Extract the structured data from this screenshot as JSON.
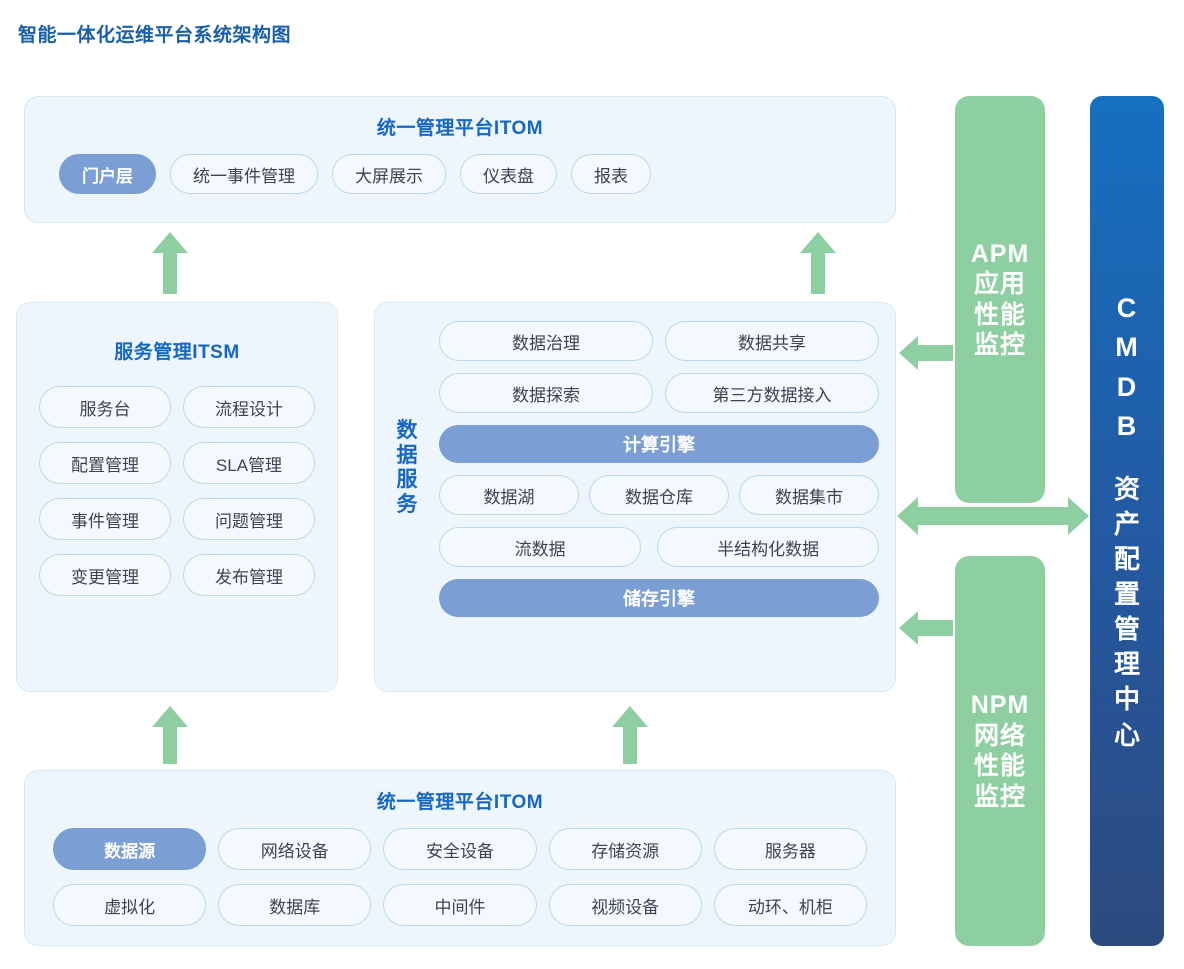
{
  "title": "智能一体化运维平台系统架构图",
  "colors": {
    "title": "#1a5fa8",
    "panel_bg": "#eef6fd",
    "panel_title": "#1667c4",
    "pill_bg": "#f3f9fe",
    "pill_border": "#bcd8ef",
    "accent_blue": "#7b9fd4",
    "green": "#8ecfa2",
    "cmdb_gradient_top": "#1570c0",
    "cmdb_gradient_bottom": "#2d4a7e"
  },
  "itom_top": {
    "title": "统一管理平台ITOM",
    "items": [
      {
        "label": "门户层",
        "highlighted": true
      },
      {
        "label": "统一事件管理",
        "highlighted": false
      },
      {
        "label": "大屏展示",
        "highlighted": false
      },
      {
        "label": "仪表盘",
        "highlighted": false
      },
      {
        "label": "报表",
        "highlighted": false
      }
    ]
  },
  "itsm": {
    "title": "服务管理ITSM",
    "items": [
      "服务台",
      "流程设计",
      "配置管理",
      "SLA管理",
      "事件管理",
      "问题管理",
      "变更管理",
      "发布管理"
    ]
  },
  "data_service": {
    "vertical_label": "数据服务",
    "row1": [
      "数据治理",
      "数据共享"
    ],
    "row2": [
      "数据探索",
      "第三方数据接入"
    ],
    "compute_engine": "计算引擎",
    "row3": [
      "数据湖",
      "数据仓库",
      "数据集市"
    ],
    "row4": [
      "流数据",
      "半结构化数据"
    ],
    "storage_engine": "储存引擎"
  },
  "itom_bottom": {
    "title": "统一管理平台ITOM",
    "row1": [
      {
        "label": "数据源",
        "highlighted": true
      },
      {
        "label": "网络设备",
        "highlighted": false
      },
      {
        "label": "安全设备",
        "highlighted": false
      },
      {
        "label": "存储资源",
        "highlighted": false
      },
      {
        "label": "服务器",
        "highlighted": false
      }
    ],
    "row2": [
      {
        "label": "虚拟化",
        "highlighted": false
      },
      {
        "label": "数据库",
        "highlighted": false
      },
      {
        "label": "中间件",
        "highlighted": false
      },
      {
        "label": "视频设备",
        "highlighted": false
      },
      {
        "label": "动环、机柜",
        "highlighted": false
      }
    ]
  },
  "apm": {
    "acronym": "APM",
    "line1": "应用",
    "line2": "性能",
    "line3": "监控"
  },
  "npm": {
    "acronym": "NPM",
    "line1": "网络",
    "line2": "性能",
    "line3": "监控"
  },
  "cmdb": {
    "acronym": "C\nM\nD\nB",
    "name": "资\n产\n配\n置\n管\n理\n中\n心"
  },
  "arrows": {
    "up_left_to_itom": "arrow-up",
    "up_right_to_itom": "arrow-up",
    "up_itsm_from_itom_bottom": "arrow-up",
    "up_dataserv_from_itom_bottom": "arrow-up",
    "apm_to_dataserv": "arrow-left",
    "npm_to_dataserv": "arrow-left",
    "cmdb_dataserv_bidirectional": "arrow-left-right"
  }
}
